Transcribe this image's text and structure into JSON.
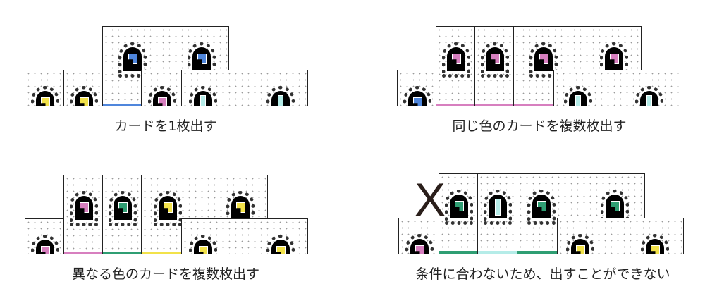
{
  "colors": {
    "blue": "#4f86dc",
    "pink": "#d77fbf",
    "yellow": "#f2e24a",
    "green": "#2f9e73",
    "cyan": "#b5ece8"
  },
  "captions": {
    "single": "カードを1枚出す",
    "same_color": "同じ色のカードを複数枚出す",
    "different_color": "異なる色のカードを複数枚出す",
    "invalid": "条件に合わないため、出すことができない"
  },
  "invalid_mark": "X"
}
